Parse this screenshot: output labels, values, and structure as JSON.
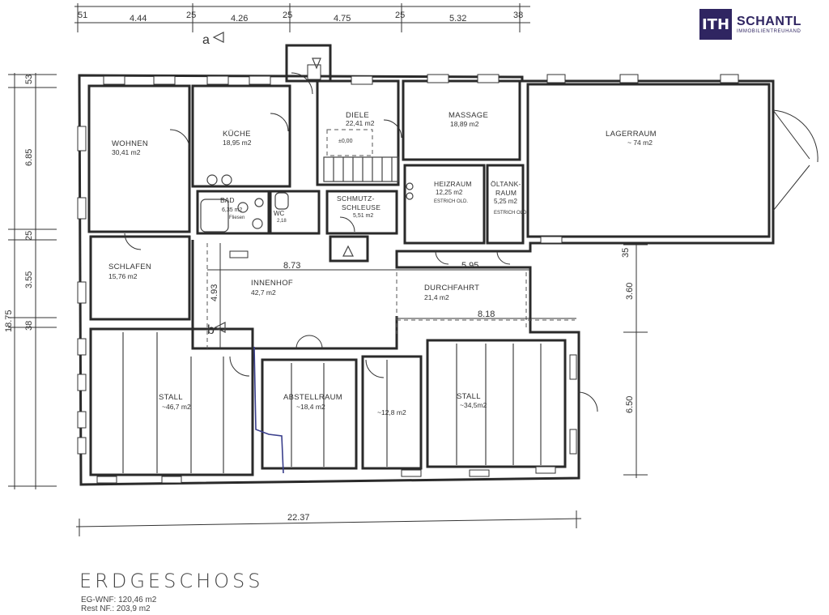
{
  "brand": {
    "mark": "ITH",
    "name": "SCHANTL",
    "tagline": "IMMOBILIENTREUHAND"
  },
  "floor": {
    "title": "ERDGESCHOSS",
    "wnf": "EG-WNF:  120,46 m2",
    "nf": "Rest NF.:  203,9  m2"
  },
  "rooms": [
    {
      "id": "wohnen",
      "name": "WOHNEN",
      "area": "30,41 m2"
    },
    {
      "id": "kueche",
      "name": "KÜCHE",
      "area": "18,95 m2"
    },
    {
      "id": "diele",
      "name": "DIELE",
      "area": "22,41 m2"
    },
    {
      "id": "massage",
      "name": "MASSAGE",
      "area": "18,89 m2"
    },
    {
      "id": "lagerraum",
      "name": "LAGERRAUM",
      "area": "~ 74 m2"
    },
    {
      "id": "bad",
      "name": "BAD",
      "area": "6,35 m2"
    },
    {
      "id": "wc",
      "name": "WC",
      "area": "2,18"
    },
    {
      "id": "schmutz",
      "name": "SCHMUTZ-",
      "name2": "SCHLEUSE",
      "area": "5,51 m2"
    },
    {
      "id": "heizraum",
      "name": "HEIZRAUM",
      "area": "12,25 m2",
      "note": "ESTRICH OLD."
    },
    {
      "id": "oeltank",
      "name": "ÖLTANK-",
      "name2": "RAUM",
      "area": "5,25 m2",
      "note": "ESTRICH OLD."
    },
    {
      "id": "schlafen",
      "name": "SCHLAFEN",
      "area": "15,76 m2"
    },
    {
      "id": "innenhof",
      "name": "INNENHOF",
      "area": "42,7 m2"
    },
    {
      "id": "durchfahrt",
      "name": "DURCHFAHRT",
      "area": "21,4 m2"
    },
    {
      "id": "stall1",
      "name": "STALL",
      "area": "~46,7 m2"
    },
    {
      "id": "abstell",
      "name": "ABSTELLRAUM",
      "area": "~18,4 m2"
    },
    {
      "id": "stall2",
      "name": "STALL",
      "area": "~34,5m2"
    },
    {
      "id": "unnamed",
      "name": "",
      "area": "~12,8 m2"
    }
  ],
  "dims_top": [
    "51",
    "4.44",
    "25",
    "4.26",
    "25",
    "4.75",
    "25",
    "5.32",
    "38"
  ],
  "dims_left": [
    "53",
    "6.85",
    "25",
    "3.55",
    "38",
    "18.75"
  ],
  "dims_right": [
    "35",
    "3.60",
    "6.50"
  ],
  "dims_inner": [
    "8.73",
    "5.95",
    "8.18",
    "4.93"
  ],
  "dims_bottom": [
    "22.37"
  ],
  "labels": {
    "fliesen": "Fliesen",
    "level": "±0,00",
    "section_a": "a",
    "section_b": "b"
  }
}
